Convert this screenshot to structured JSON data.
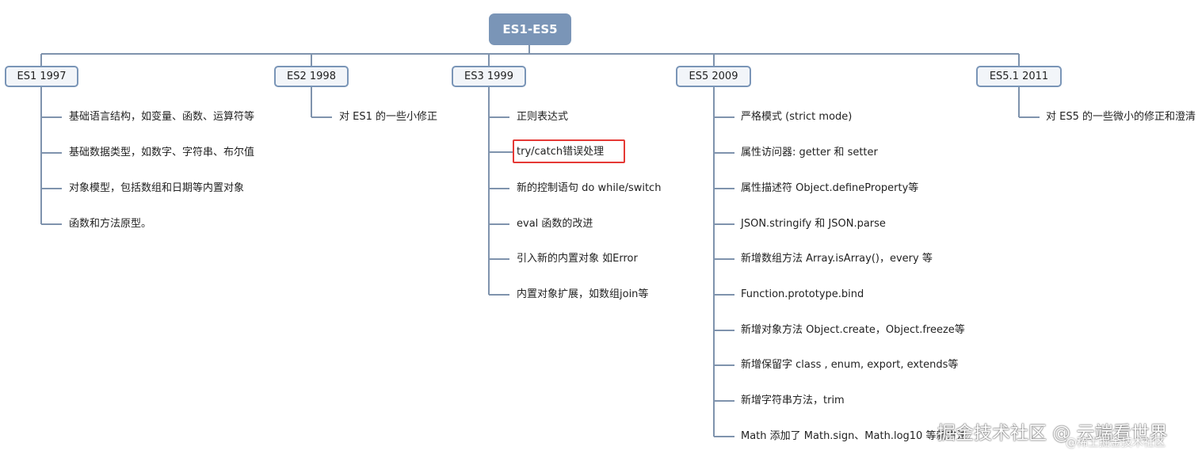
{
  "root": {
    "label": "ES1-ES5"
  },
  "branches": [
    {
      "label": "ES1 1997",
      "items": [
        "基础语言结构，如变量、函数、运算符等",
        "基础数据类型，如数字、字符串、布尔值",
        "对象模型，包括数组和日期等内置对象",
        "函数和方法原型。"
      ]
    },
    {
      "label": "ES2 1998",
      "items": [
        "对 ES1 的一些小修正"
      ]
    },
    {
      "label": "ES3 1999",
      "items": [
        "正则表达式",
        "try/catch错误处理",
        "新的控制语句 do while/switch",
        "eval 函数的改进",
        "引入新的内置对象 如Error",
        "内置对象扩展，如数组join等"
      ]
    },
    {
      "label": "ES5 2009",
      "items": [
        "严格模式 (strict mode)",
        "属性访问器: getter 和 setter",
        "属性描述符 Object.defineProperty等",
        "JSON.stringify 和 JSON.parse",
        "新增数组方法 Array.isArray()，every 等",
        "Function.prototype.bind",
        "新增对象方法 Object.create，Object.freeze等",
        "新增保留字 class , enum, export, extends等",
        "新增字符串方法，trim",
        "Math 添加了 Math.sign、Math.log10 等新方法"
      ]
    },
    {
      "label": "ES5.1  2011",
      "items": [
        "对 ES5 的一些微小的修正和澄清"
      ]
    }
  ],
  "highlight": {
    "color": "#e53935"
  },
  "watermark": {
    "main": "掘金技术社区 @ 云端看世界",
    "sub": "@稀土掘金技术社区"
  },
  "colors": {
    "root_fill": "#7a95b7",
    "branch_border": "#7a95b7",
    "connector": "#7f93ad"
  }
}
